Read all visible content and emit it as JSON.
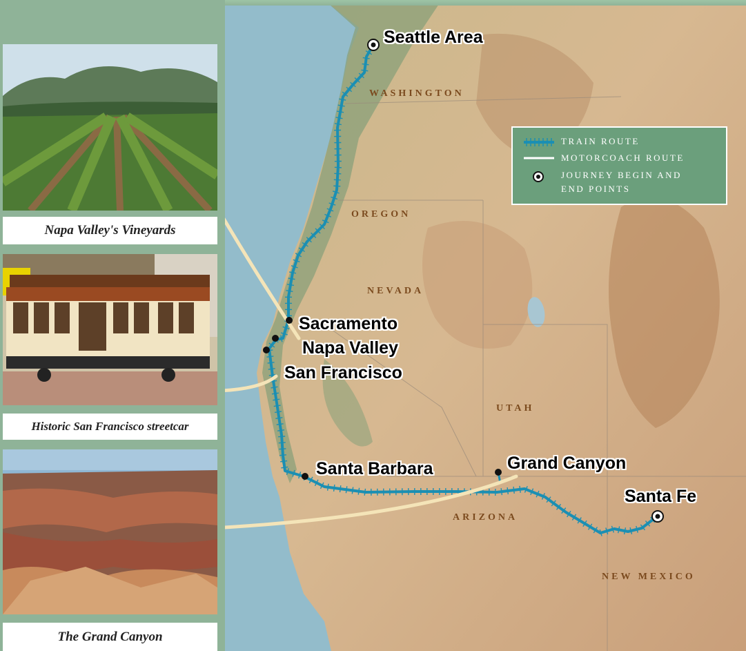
{
  "cities": {
    "seattle": "Seattle Area",
    "sacramento": "Sacramento",
    "napa": "Napa Valley",
    "san_francisco": "San Francisco",
    "santa_barbara": "Santa Barbara",
    "grand_canyon": "Grand Canyon",
    "santa_fe": "Santa Fe"
  },
  "states": {
    "washington": "WASHINGTON",
    "oregon": "OREGON",
    "nevada": "NEVADA",
    "utah": "UTAH",
    "arizona": "ARIZONA",
    "new_mexico": "NEW MEXICO"
  },
  "legend": {
    "train": "TRAIN ROUTE",
    "motorcoach": "MOTORCOACH ROUTE",
    "journey_line1": "JOURNEY BEGIN AND",
    "journey_line2": "END POINTS"
  },
  "captions": {
    "napa": "Napa Valley's Vineyards",
    "streetcar": "Historic San Francisco streetcar",
    "canyon": "The Grand Canyon"
  },
  "colors": {
    "train_route": "#1b8fb3",
    "sidebar": "#8fb398",
    "legend_bg": "#6b9f7c",
    "state_label": "#7b4a1e",
    "callout_arrow": "#f4e4b8"
  }
}
